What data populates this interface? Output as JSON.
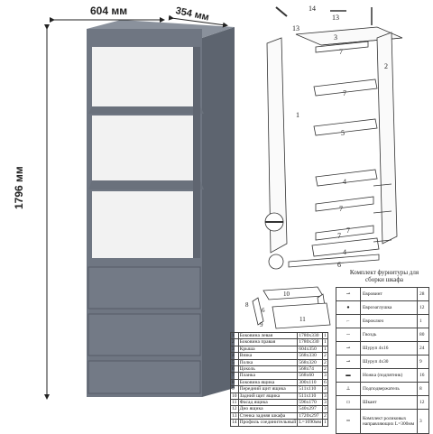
{
  "dimensions": {
    "width": "604 мм",
    "depth": "354 мм",
    "height": "1796 мм"
  },
  "callouts": [
    "14",
    "13",
    "13",
    "3",
    "7",
    "2",
    "1",
    "7",
    "5",
    "7",
    "4",
    "7",
    "4",
    "7",
    "6",
    "6",
    "10",
    "8",
    "9",
    "11"
  ],
  "parts_table": [
    [
      "1",
      "Боковина левая",
      "1780x330",
      "1"
    ],
    [
      "2",
      "Боковина правая",
      "1780x330",
      "1"
    ],
    [
      "3",
      "Крыша",
      "604x350",
      "1"
    ],
    [
      "4",
      "Вязка",
      "568x330",
      "2"
    ],
    [
      "5",
      "Полка",
      "568x320",
      "2"
    ],
    [
      "6",
      "Цоколь",
      "568x74",
      "2"
    ],
    [
      "7",
      "Планка",
      "568x60",
      "3"
    ],
    [
      "8",
      "Боковина ящика",
      "300x110",
      "6"
    ],
    [
      "9",
      "Передний щит ящика",
      "511x110",
      "3"
    ],
    [
      "10",
      "Задний щит ящика",
      "511x110",
      "3"
    ],
    [
      "11",
      "Фасад ящика",
      "596x170",
      "3"
    ],
    [
      "12",
      "Дно ящика",
      "540x297",
      "3"
    ],
    [
      "13",
      "Стенка задняя шкафа",
      "1720x297",
      "2"
    ],
    [
      "14",
      "Профиль соединительный",
      "L=1690мм",
      "1"
    ]
  ],
  "hardware": {
    "title": "Комплект фурнитуры для сборки шкафа",
    "items": [
      {
        "name": "Евровинт",
        "qty": "28",
        "icon": "screw-icon"
      },
      {
        "name": "Евроэаглушка",
        "qty": "12",
        "icon": "cap-icon"
      },
      {
        "name": "Евроключ",
        "qty": "1",
        "icon": "hex-key-icon"
      },
      {
        "name": "Гвоздь",
        "qty": "80",
        "icon": "nail-icon"
      },
      {
        "name": "Шуруп 4x16",
        "qty": "24",
        "icon": "screw-icon"
      },
      {
        "name": "Шуруп 4x30",
        "qty": "9",
        "icon": "screw-icon"
      },
      {
        "name": "Ножка (подпятник)",
        "qty": "16",
        "icon": "foot-icon"
      },
      {
        "name": "Подподвержатель",
        "qty": "8",
        "icon": "shelf-support-icon"
      },
      {
        "name": "Шкант",
        "qty": "12",
        "icon": "dowel-icon"
      },
      {
        "name": "Комплект роликовых направляющих L=300мм",
        "qty": "3",
        "icon": "rail-icon"
      }
    ]
  },
  "colors": {
    "cabinet_front": "#6f7682",
    "cabinet_side": "#5a616c",
    "cabinet_top": "#858c97",
    "interior": "#f4f4f4",
    "line": "#333333"
  }
}
